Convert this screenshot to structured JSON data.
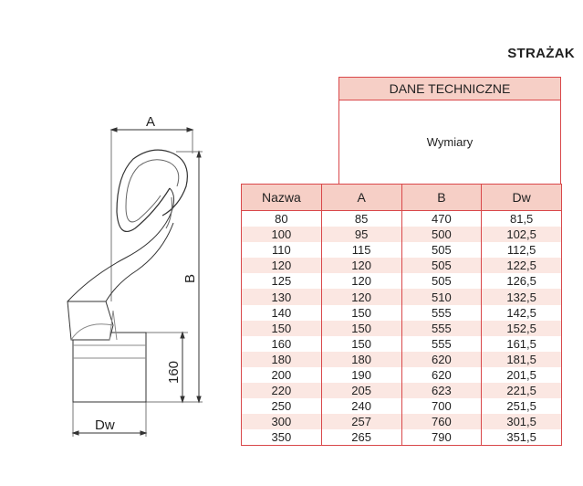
{
  "title": "STRAŻAK",
  "spec": {
    "header": "DANE TECHNICZNE",
    "subheader": "Wymiary"
  },
  "table": {
    "columns": [
      "Nazwa",
      "A",
      "B",
      "Dw"
    ],
    "rows": [
      [
        "80",
        "85",
        "470",
        "81,5"
      ],
      [
        "100",
        "95",
        "500",
        "102,5"
      ],
      [
        "110",
        "115",
        "505",
        "112,5"
      ],
      [
        "120",
        "120",
        "505",
        "122,5"
      ],
      [
        "125",
        "120",
        "505",
        "126,5"
      ],
      [
        "130",
        "120",
        "510",
        "132,5"
      ],
      [
        "140",
        "150",
        "555",
        "142,5"
      ],
      [
        "150",
        "150",
        "555",
        "152,5"
      ],
      [
        "160",
        "150",
        "555",
        "161,5"
      ],
      [
        "180",
        "180",
        "620",
        "181,5"
      ],
      [
        "200",
        "190",
        "620",
        "201,5"
      ],
      [
        "220",
        "205",
        "623",
        "221,5"
      ],
      [
        "250",
        "240",
        "700",
        "251,5"
      ],
      [
        "300",
        "257",
        "760",
        "301,5"
      ],
      [
        "350",
        "265",
        "790",
        "351,5"
      ]
    ]
  },
  "drawing": {
    "label_a": "A",
    "label_b": "B",
    "label_160": "160",
    "label_dw": "Dw"
  },
  "colors": {
    "accent": "#d9484a",
    "header_fill": "#f6cfc6",
    "stripe_fill": "#fbe7e2"
  }
}
